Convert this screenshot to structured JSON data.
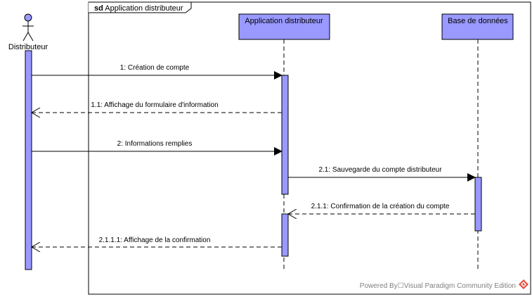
{
  "frame": {
    "keyword": "sd",
    "title": "Application distributeur"
  },
  "lifelines": {
    "actor": "Distributeur",
    "app": "Application distributeur",
    "db": "Base de données"
  },
  "messages": [
    {
      "label": "1: Création de compte",
      "kind": "sync"
    },
    {
      "label": "1.1: Affichage du formulaire d'information",
      "kind": "return"
    },
    {
      "label": "2: Informations remplies",
      "kind": "sync"
    },
    {
      "label": "2.1: Sauvegarde du compte distributeur",
      "kind": "sync"
    },
    {
      "label": "2.1.1: Confirmation de la création du compte",
      "kind": "return"
    },
    {
      "label": "2.1.1.1: Affichage de la confirmation",
      "kind": "return"
    }
  ],
  "watermark": "Powered By☐Visual Paradigm Community Edition",
  "colors": {
    "header_fill": "#9999ff",
    "activation_fill": "#9999ff",
    "stroke": "#000000",
    "watermark_logo": "#e84c3d"
  }
}
